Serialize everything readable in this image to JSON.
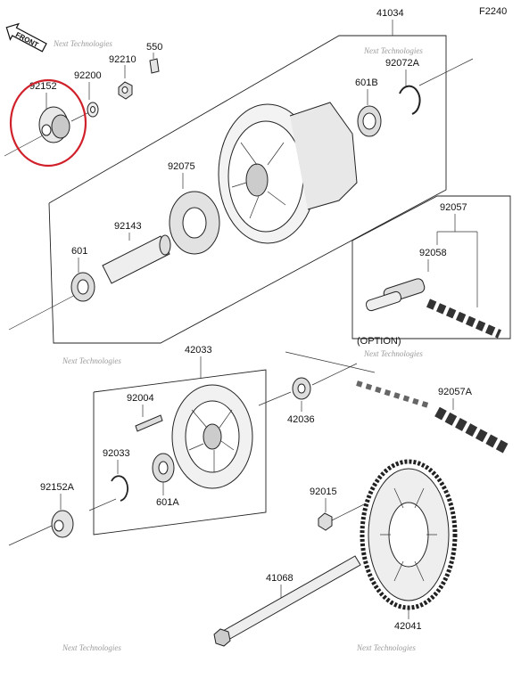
{
  "figure_code": "F2240",
  "front_tag": "FRONT",
  "option_label": "(OPTION)",
  "watermark_text": "Next Technologies",
  "highlight_color": "#d0202a",
  "labels": {
    "p41034": "41034",
    "p92152_top": "92152",
    "p92200": "92200",
    "p92210": "92210",
    "p550": "550",
    "p92072": "92072A",
    "p601b": "601B",
    "p92075": "92075",
    "p92143": "92143",
    "p601": "601",
    "p92057": "92057",
    "p92058": "92058",
    "p42033": "42033",
    "p92004": "92004",
    "p92033": "92033",
    "p92152a": "92152A",
    "p601a": "601A",
    "p42036": "42036",
    "p92057a": "92057A",
    "p92015": "92015",
    "p41068": "41068",
    "p42041": "42041"
  }
}
